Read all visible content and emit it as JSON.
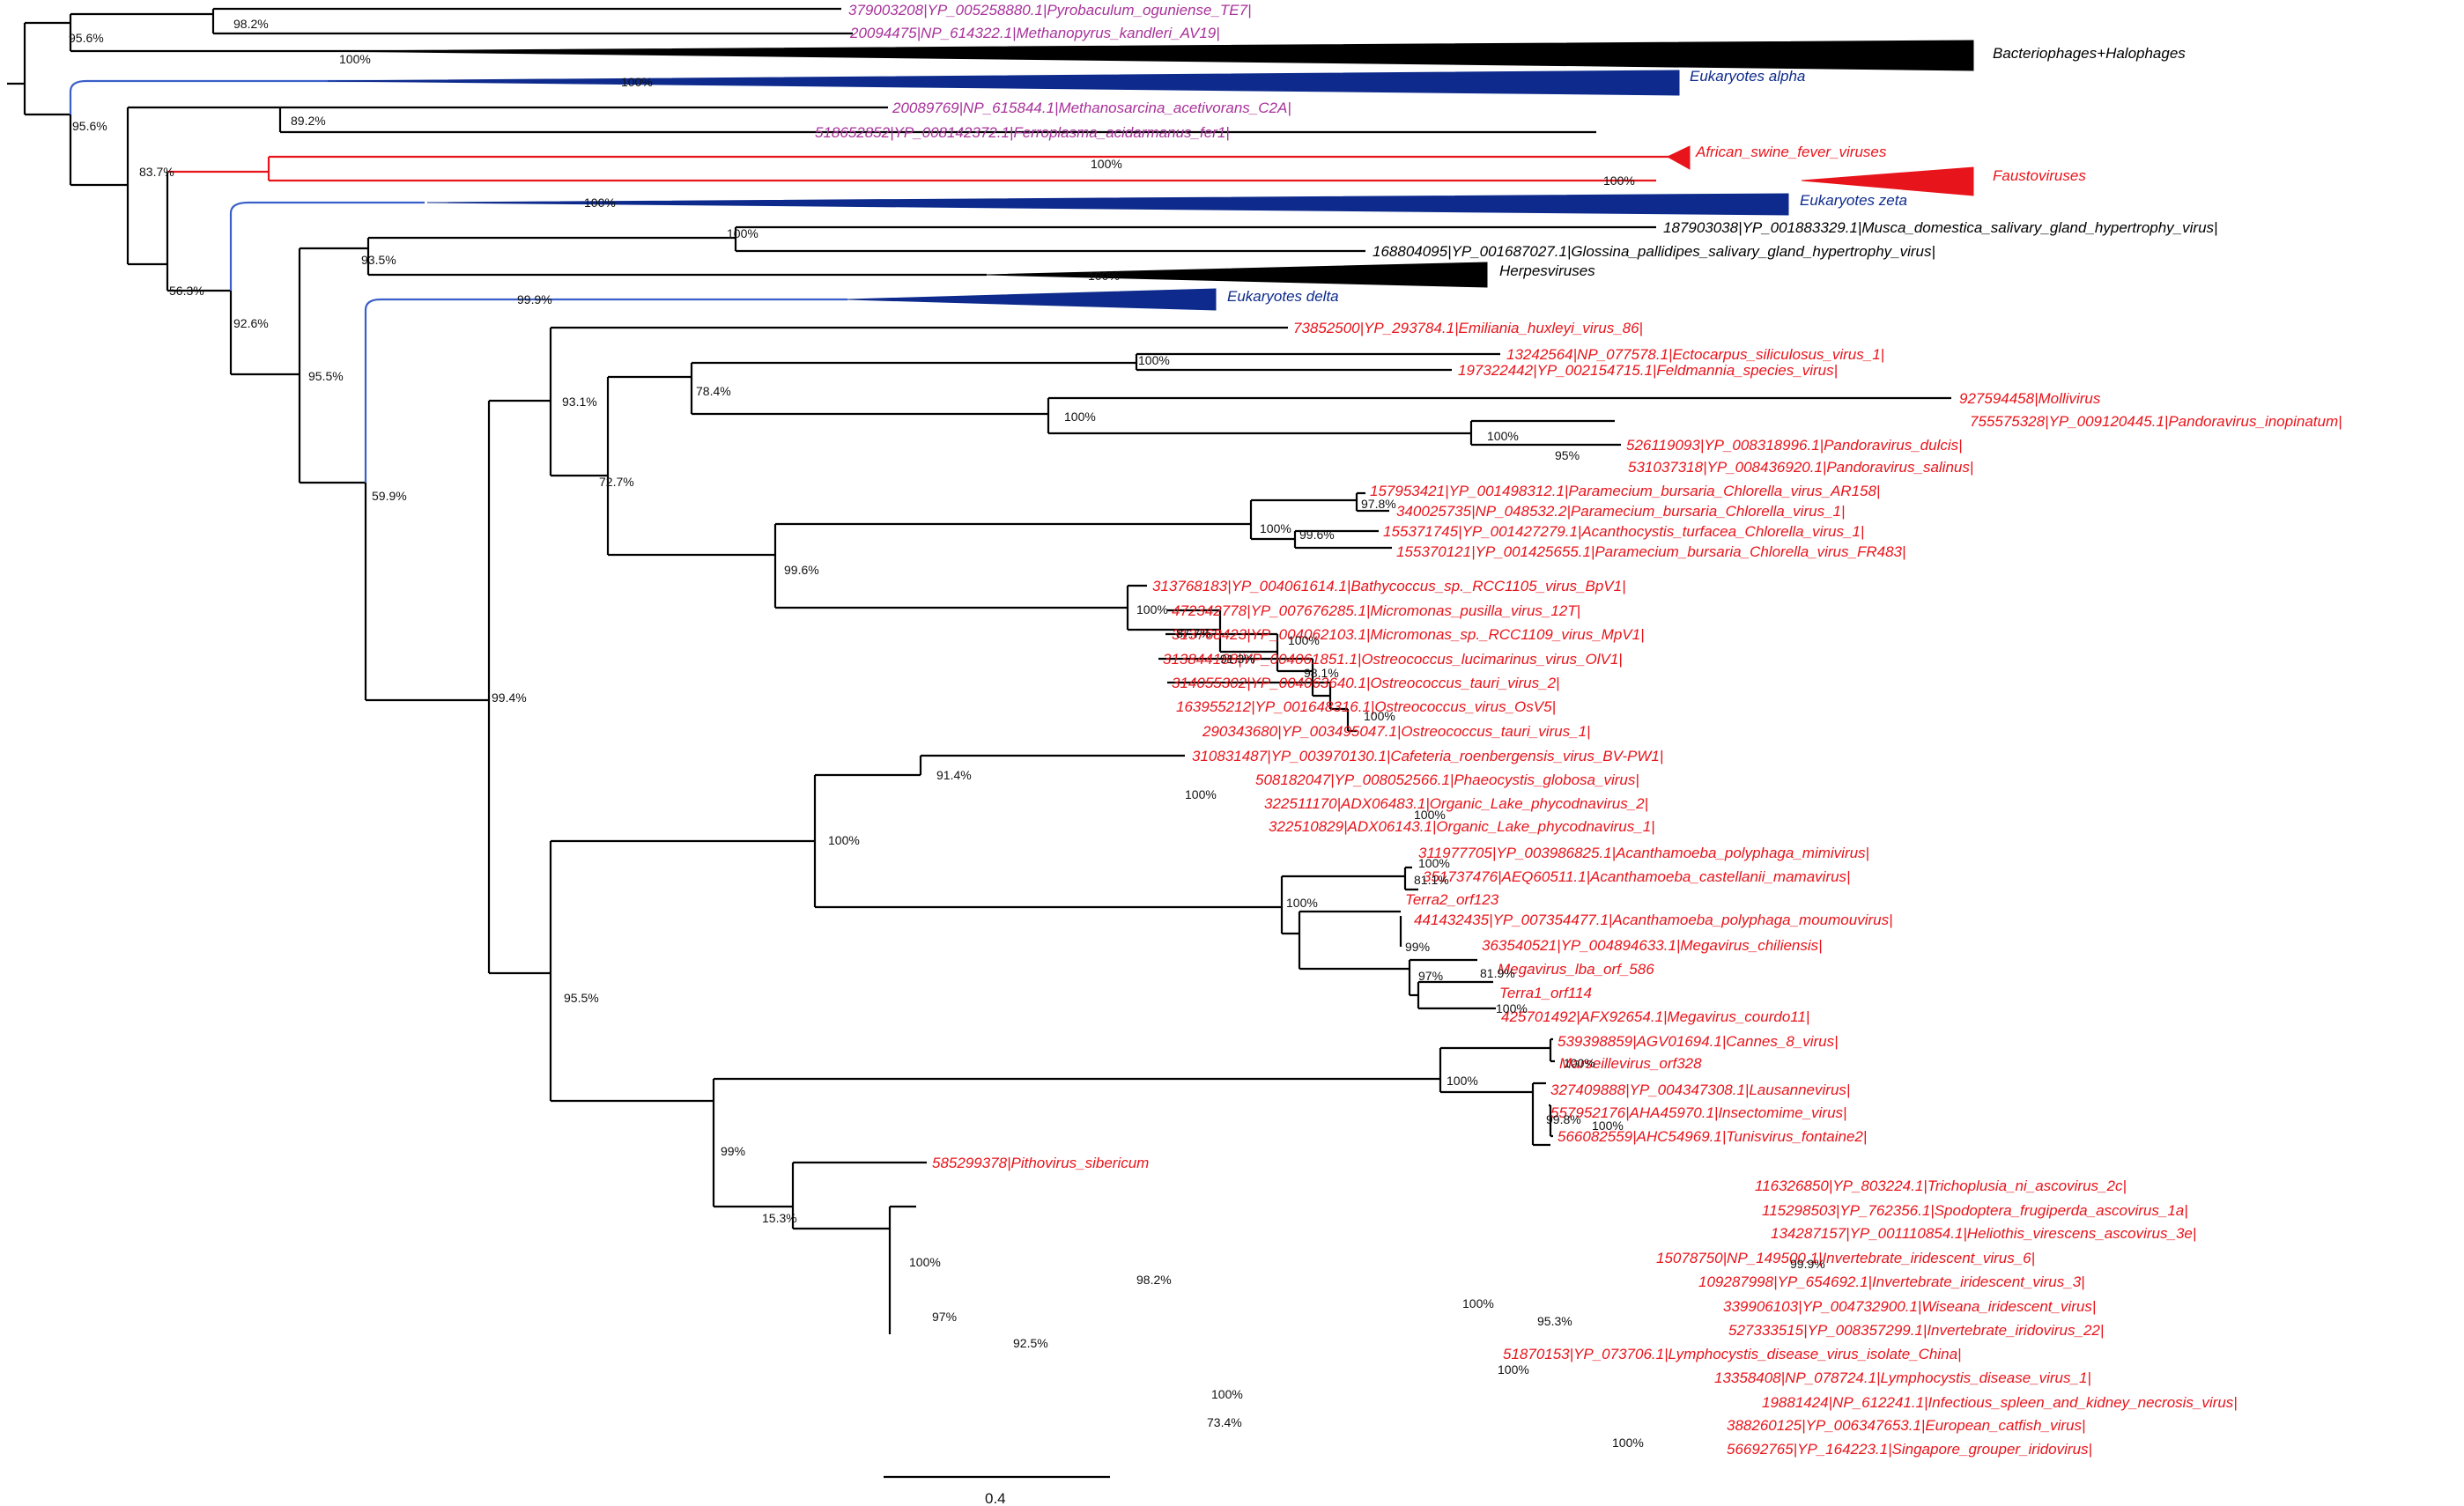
{
  "colors": {
    "archaea": "#a8329a",
    "giant_virus": "#e8141b",
    "eukaryote": "#0d2a8c",
    "other": "#000000"
  },
  "clades": [
    {
      "id": "bacteriophages",
      "label": "Bacteriophages+Halophages",
      "color_key": "other"
    },
    {
      "id": "euk-alpha",
      "label": "Eukaryotes alpha",
      "color_key": "eukaryote"
    },
    {
      "id": "asfv",
      "label": "African_swine_fever_viruses",
      "color_key": "giant_virus"
    },
    {
      "id": "fausto",
      "label": "Faustoviruses",
      "color_key": "giant_virus"
    },
    {
      "id": "euk-zeta",
      "label": "Eukaryotes zeta",
      "color_key": "eukaryote"
    },
    {
      "id": "herpes",
      "label": "Herpesviruses",
      "color_key": "other"
    },
    {
      "id": "euk-delta",
      "label": "Eukaryotes delta",
      "color_key": "eukaryote"
    }
  ],
  "tips": [
    {
      "label": "379003208|YP_005258880.1|Pyrobaculum_oguniense_TE7|",
      "color_key": "archaea"
    },
    {
      "label": "20094475|NP_614322.1|Methanopyrus_kandleri_AV19|",
      "color_key": "archaea"
    },
    {
      "label": "20089769|NP_615844.1|Methanosarcina_acetivorans_C2A|",
      "color_key": "archaea"
    },
    {
      "label": "518652852|YP_008142372.1|Ferroplasma_acidarmanus_fer1|",
      "color_key": "archaea"
    },
    {
      "label": "187903038|YP_001883329.1|Musca_domestica_salivary_gland_hypertrophy_virus|",
      "color_key": "other"
    },
    {
      "label": "168804095|YP_001687027.1|Glossina_pallidipes_salivary_gland_hypertrophy_virus|",
      "color_key": "other"
    },
    {
      "label": "73852500|YP_293784.1|Emiliania_huxleyi_virus_86|",
      "color_key": "giant_virus"
    },
    {
      "label": "13242564|NP_077578.1|Ectocarpus_siliculosus_virus_1|",
      "color_key": "giant_virus"
    },
    {
      "label": "197322442|YP_002154715.1|Feldmannia_species_virus|",
      "color_key": "giant_virus"
    },
    {
      "label": "927594458|Mollivirus",
      "color_key": "giant_virus"
    },
    {
      "label": "755575328|YP_009120445.1|Pandoravirus_inopinatum|",
      "color_key": "giant_virus"
    },
    {
      "label": "526119093|YP_008318996.1|Pandoravirus_dulcis|",
      "color_key": "giant_virus"
    },
    {
      "label": "531037318|YP_008436920.1|Pandoravirus_salinus|",
      "color_key": "giant_virus"
    },
    {
      "label": "157953421|YP_001498312.1|Paramecium_bursaria_Chlorella_virus_AR158|",
      "color_key": "giant_virus"
    },
    {
      "label": "340025735|NP_048532.2|Paramecium_bursaria_Chlorella_virus_1|",
      "color_key": "giant_virus"
    },
    {
      "label": "155371745|YP_001427279.1|Acanthocystis_turfacea_Chlorella_virus_1|",
      "color_key": "giant_virus"
    },
    {
      "label": "155370121|YP_001425655.1|Paramecium_bursaria_Chlorella_virus_FR483|",
      "color_key": "giant_virus"
    },
    {
      "label": "313768183|YP_004061614.1|Bathycoccus_sp._RCC1105_virus_BpV1|",
      "color_key": "giant_virus"
    },
    {
      "label": "472342778|YP_007676285.1|Micromonas_pusilla_virus_12T|",
      "color_key": "giant_virus"
    },
    {
      "label": "313768423|YP_004062103.1|Micromonas_sp._RCC1109_virus_MpV1|",
      "color_key": "giant_virus"
    },
    {
      "label": "313844188|YP_004061851.1|Ostreococcus_lucimarinus_virus_OlV1|",
      "color_key": "giant_virus"
    },
    {
      "label": "314055302|YP_004063640.1|Ostreococcus_tauri_virus_2|",
      "color_key": "giant_virus"
    },
    {
      "label": "163955212|YP_001648316.1|Ostreococcus_virus_OsV5|",
      "color_key": "giant_virus"
    },
    {
      "label": "290343680|YP_003495047.1|Ostreococcus_tauri_virus_1|",
      "color_key": "giant_virus"
    },
    {
      "label": "310831487|YP_003970130.1|Cafeteria_roenbergensis_virus_BV-PW1|",
      "color_key": "giant_virus"
    },
    {
      "label": "508182047|YP_008052566.1|Phaeocystis_globosa_virus|",
      "color_key": "giant_virus"
    },
    {
      "label": "322511170|ADX06483.1|Organic_Lake_phycodnavirus_2|",
      "color_key": "giant_virus"
    },
    {
      "label": "322510829|ADX06143.1|Organic_Lake_phycodnavirus_1|",
      "color_key": "giant_virus"
    },
    {
      "label": "311977705|YP_003986825.1|Acanthamoeba_polyphaga_mimivirus|",
      "color_key": "giant_virus"
    },
    {
      "label": "351737476|AEQ60511.1|Acanthamoeba_castellanii_mamavirus|",
      "color_key": "giant_virus"
    },
    {
      "label": "Terra2_orf123",
      "color_key": "giant_virus"
    },
    {
      "label": "441432435|YP_007354477.1|Acanthamoeba_polyphaga_moumouvirus|",
      "color_key": "giant_virus"
    },
    {
      "label": "363540521|YP_004894633.1|Megavirus_chiliensis|",
      "color_key": "giant_virus"
    },
    {
      "label": "Megavirus_lba_orf_586",
      "color_key": "giant_virus"
    },
    {
      "label": "Terra1_orf114",
      "color_key": "giant_virus"
    },
    {
      "label": "425701492|AFX92654.1|Megavirus_courdo11|",
      "color_key": "giant_virus"
    },
    {
      "label": "539398859|AGV01694.1|Cannes_8_virus|",
      "color_key": "giant_virus"
    },
    {
      "label": "Marseillevirus_orf328",
      "color_key": "giant_virus"
    },
    {
      "label": "327409888|YP_004347308.1|Lausannevirus|",
      "color_key": "giant_virus"
    },
    {
      "label": "557952176|AHA45970.1|Insectomime_virus|",
      "color_key": "giant_virus"
    },
    {
      "label": "566082559|AHC54969.1|Tunisvirus_fontaine2|",
      "color_key": "giant_virus"
    },
    {
      "label": "585299378|Pithovirus_sibericum",
      "color_key": "giant_virus"
    },
    {
      "label": "116326850|YP_803224.1|Trichoplusia_ni_ascovirus_2c|",
      "color_key": "giant_virus"
    },
    {
      "label": "115298503|YP_762356.1|Spodoptera_frugiperda_ascovirus_1a|",
      "color_key": "giant_virus"
    },
    {
      "label": "134287157|YP_001110854.1|Heliothis_virescens_ascovirus_3e|",
      "color_key": "giant_virus"
    },
    {
      "label": "15078750|NP_149500.1|Invertebrate_iridescent_virus_6|",
      "color_key": "giant_virus"
    },
    {
      "label": "109287998|YP_654692.1|Invertebrate_iridescent_virus_3|",
      "color_key": "giant_virus"
    },
    {
      "label": "339906103|YP_004732900.1|Wiseana_iridescent_virus|",
      "color_key": "giant_virus"
    },
    {
      "label": "527333515|YP_008357299.1|Invertebrate_iridovirus_22|",
      "color_key": "giant_virus"
    },
    {
      "label": "51870153|YP_073706.1|Lymphocystis_disease_virus_isolate_China|",
      "color_key": "giant_virus"
    },
    {
      "label": "13358408|NP_078724.1|Lymphocystis_disease_virus_1|",
      "color_key": "giant_virus"
    },
    {
      "label": "19881424|NP_612241.1|Infectious_spleen_and_kidney_necrosis_virus|",
      "color_key": "giant_virus"
    },
    {
      "label": "388260125|YP_006347653.1|European_catfish_virus|",
      "color_key": "giant_virus"
    },
    {
      "label": "56692765|YP_164223.1|Singapore_grouper_iridovirus|",
      "color_key": "giant_virus"
    }
  ],
  "supports": [
    "98.2%",
    "95.6%",
    "100%",
    "100%",
    "95.6%",
    "89.2%",
    "83.7%",
    "100%",
    "100%",
    "56.3%",
    "100%",
    "100%",
    "92.6%",
    "93.5%",
    "100%",
    "99.9%",
    "95.5%",
    "59.9%",
    "93.1%",
    "78.4%",
    "100%",
    "100%",
    "100%",
    "95%",
    "72.7%",
    "97.8%",
    "100%",
    "99.6%",
    "99.6%",
    "100%",
    "87.7%",
    "91.3%",
    "100%",
    "98.1%",
    "100%",
    "99.4%",
    "91.4%",
    "100%",
    "100%",
    "100%",
    "100%",
    "81.1%",
    "100%",
    "99%",
    "97%",
    "81.9%",
    "100%",
    "95.5%",
    "100%",
    "100%",
    "99.8%",
    "100%",
    "99%",
    "15.3%",
    "100%",
    "99.9%",
    "97%",
    "98.2%",
    "100%",
    "95.3%",
    "92.5%",
    "100%",
    "100%",
    "73.4%",
    "100%"
  ],
  "scale_bar": {
    "label": "0.4"
  }
}
